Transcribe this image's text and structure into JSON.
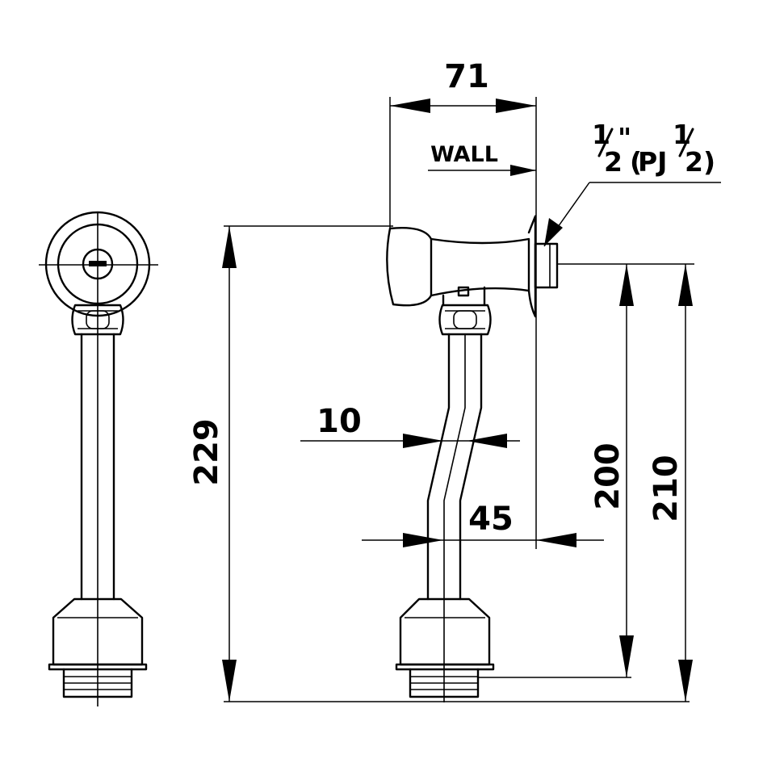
{
  "dimensions": {
    "width_71": "71",
    "wall": "WALL",
    "thread_whole": "1",
    "thread_half": "2",
    "thread_quote": "\"",
    "thread_open": "(",
    "thread_pj": "PJ",
    "thread_pj_half": "2",
    "thread_close": ")",
    "height_229": "229",
    "offset_10": "10",
    "offset_45": "45",
    "height_200": "200",
    "height_210": "210"
  }
}
